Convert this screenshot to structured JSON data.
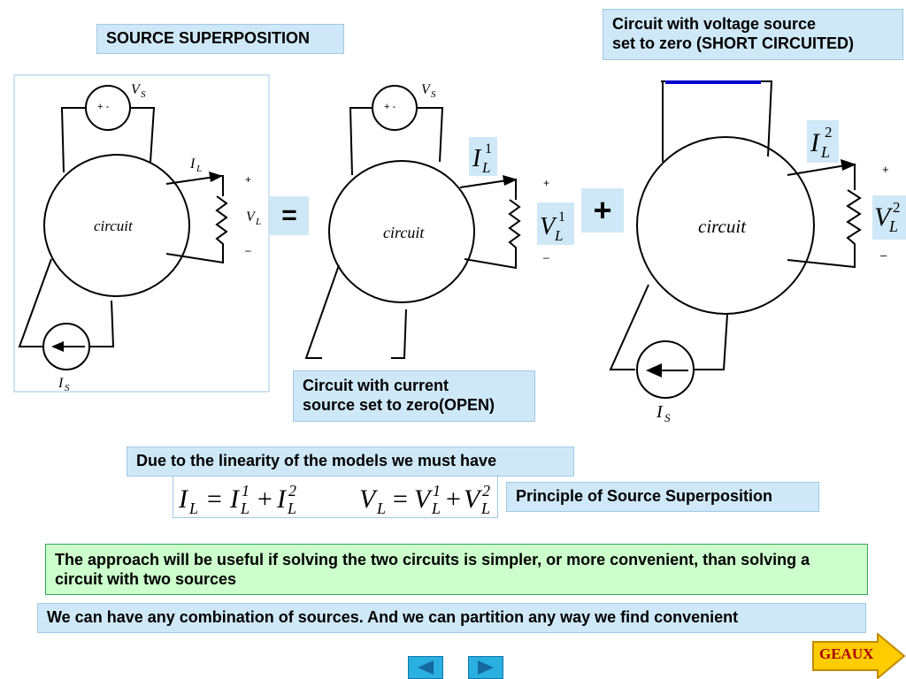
{
  "title": "SOURCE SUPERPOSITION",
  "short_circuit_note": [
    "Circuit with voltage source",
    "set to zero (SHORT CIRCUITED)"
  ],
  "open_note": [
    "Circuit with current",
    "source set to zero(OPEN)"
  ],
  "linearity_note": "Due to the linearity of the models we must have",
  "principle_label": "Principle of Source Superposition",
  "approach_note": "The approach will be useful if solving the two circuits is simpler, or more convenient, than solving a circuit with two sources",
  "combination_note": "We can have any combination of sources. And we can partition any way we find convenient",
  "equals_sign": "=",
  "plus_sign": "+",
  "circuit_label": "circuit",
  "voltage_source_symbol": "+ -",
  "plus_terminal": "+",
  "minus_terminal": "–",
  "geaux_label": "GEAUX",
  "colors": {
    "box_fill": "#cfe8f7",
    "green_fill": "#ccffcc",
    "nav_blue": "#2ab0e0",
    "short_wire": "#0000cc",
    "geaux_fill": "#ffcc00",
    "geaux_text": "#aa0000"
  },
  "icons": {
    "prev": "left-triangle-icon",
    "next": "right-triangle-icon",
    "geaux": "arrow-icon"
  }
}
